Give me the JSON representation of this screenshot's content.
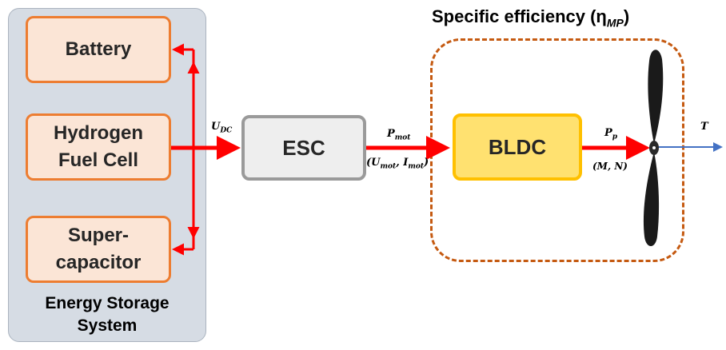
{
  "title": "Specific efficiency (η",
  "title_sub": "MP",
  "title_close": ")",
  "sources": [
    {
      "label": "Battery"
    },
    {
      "label": "Hydrogen\nFuel Cell"
    },
    {
      "label": "Super-\ncapacitor"
    }
  ],
  "storage_label": "Energy Storage\nSystem",
  "esc_label": "ESC",
  "bldc_label": "BLDC",
  "symbols": {
    "udc": {
      "main": "U",
      "sub": "DC"
    },
    "pmot": {
      "main": "P",
      "sub": "mot"
    },
    "umot_imot": {
      "open": "(U",
      "sub1": "mot",
      "mid": ", I",
      "sub2": "mot",
      "close": ")"
    },
    "pp": {
      "main": "P",
      "sub": "p"
    },
    "mn": "(M, N)",
    "thrust": "T"
  },
  "colors": {
    "power_arrow": "#ff0000",
    "thrust_arrow": "#4472c4",
    "source_border": "#ed7d31",
    "bldc_fill": "#ffe170",
    "panel_fill": "#d6dce4"
  }
}
